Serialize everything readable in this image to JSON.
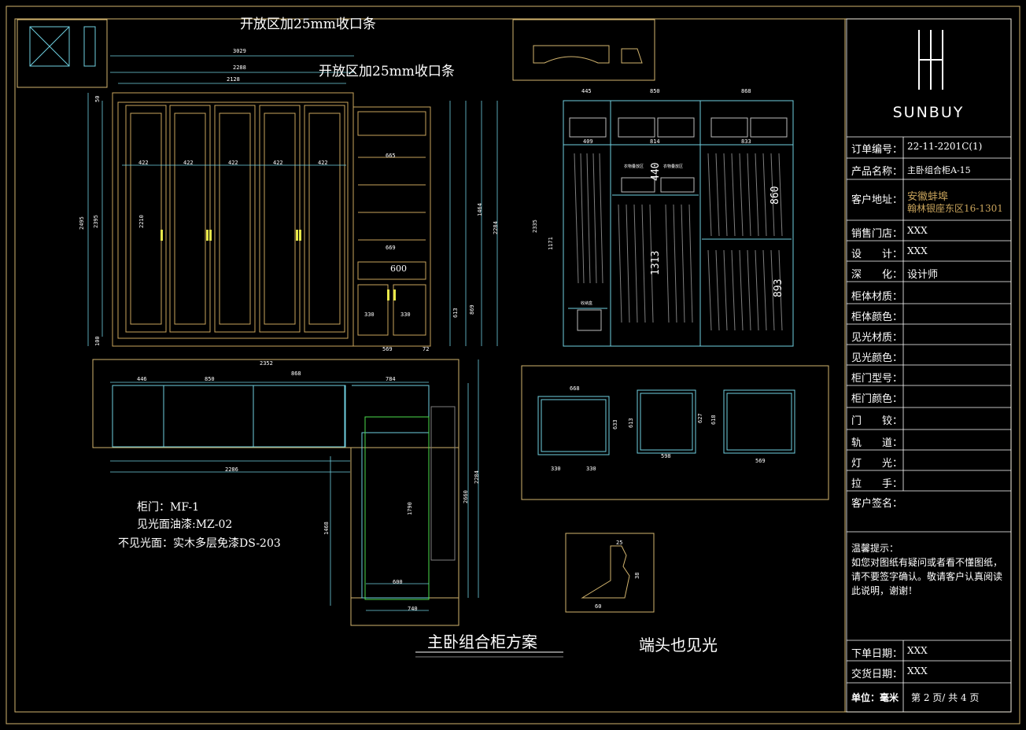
{
  "notes": {
    "open_area_1": "开放区加25mm收口条",
    "open_area_2": "开放区加25mm收口条",
    "door": "柜门：MF-1",
    "visible_surface": "见光面油漆:MZ-02",
    "invisible_surface": "不见光面：实木多层免漆DS-203",
    "drawing_title": "主卧组合柜方案",
    "end_visible": "端头也见光"
  },
  "brand": {
    "name": "SUNBUY"
  },
  "title_block": {
    "order_no_label": "订单编号：",
    "order_no": "22-11-2201C(1)",
    "product_label": "产品名称：",
    "product": "主卧组合柜A-15",
    "address_label": "客户地址：",
    "address_line1": "安徽蚌埠",
    "address_line2": "翰林银座东区16-1301",
    "store_label": "销售门店：",
    "store": "XXX",
    "design_label": "设　　计：",
    "design": "XXX",
    "deepen_label": "深　　化：",
    "deepen": "设计师",
    "body_material_label": "柜体材质：",
    "body_color_label": "柜体颜色：",
    "visible_material_label": "见光材质：",
    "visible_color_label": "见光颜色：",
    "door_model_label": "柜门型号：",
    "door_color_label": "柜门颜色：",
    "hinge_label": "门　　铰：",
    "rail_label": "轨　　道：",
    "light_label": "灯　　光：",
    "handle_label": "拉　　手：",
    "signature_label": "客户签名：",
    "hint_title": "温馨提示：",
    "hint_body": "如您对图纸有疑问或者看不懂图纸，请不要签字确认。敬请客户认真阅读此说明，谢谢！",
    "order_date_label": "下单日期：",
    "order_date": "XXX",
    "delivery_date_label": "交货日期：",
    "delivery_date": "XXX",
    "unit_label": "单位：毫米",
    "page_info": "第 2 页/ 共 4 页"
  },
  "dimensions": {
    "front_total_width": "3029",
    "front_width_2": "2288",
    "front_width_3": "2128",
    "door_widths": [
      "422",
      "422",
      "422",
      "422",
      "422"
    ],
    "height_total": "2495",
    "height_2": "2395",
    "height_door": "2210",
    "top_50": "50",
    "bottom_100": "100",
    "open_unit_width": "600",
    "shelf_665": "665",
    "shelf_669": "669",
    "drawer_330a": "330",
    "drawer_330b": "330",
    "open_unit_base": "569",
    "open_unit_72": "72",
    "side_1464": "1464",
    "side_2284": "2284",
    "side_869": "869",
    "side_613": "613",
    "int_445": "445",
    "int_850": "850",
    "int_868": "868",
    "int_409": "409",
    "int_814": "814",
    "int_833": "833",
    "int_440": "440",
    "int_860": "860",
    "int_1313": "1313",
    "int_893": "893",
    "int_1171": "1171",
    "int_2335": "2335",
    "plan_2352": "2352",
    "plan_446": "446",
    "plan_850": "850",
    "plan_868": "868",
    "plan_784": "784",
    "plan_2286": "2286",
    "plan_600": "600",
    "plan_740": "740",
    "plan_1468": "1468",
    "plan_1790": "1790",
    "plan_2660": "2660",
    "plan_2284": "2284",
    "box_668": "668",
    "box_598": "598",
    "box_569": "569",
    "box_330a": "330",
    "box_330b": "330",
    "box_633": "633",
    "box_613": "613",
    "box_627": "627",
    "box_618": "618",
    "profile_60": "60",
    "profile_25": "25",
    "profile_38": "38",
    "inner_label_a": "衣物叠放区",
    "inner_label_b": "衣物叠放区",
    "inner_label_c": "收纳盒"
  }
}
